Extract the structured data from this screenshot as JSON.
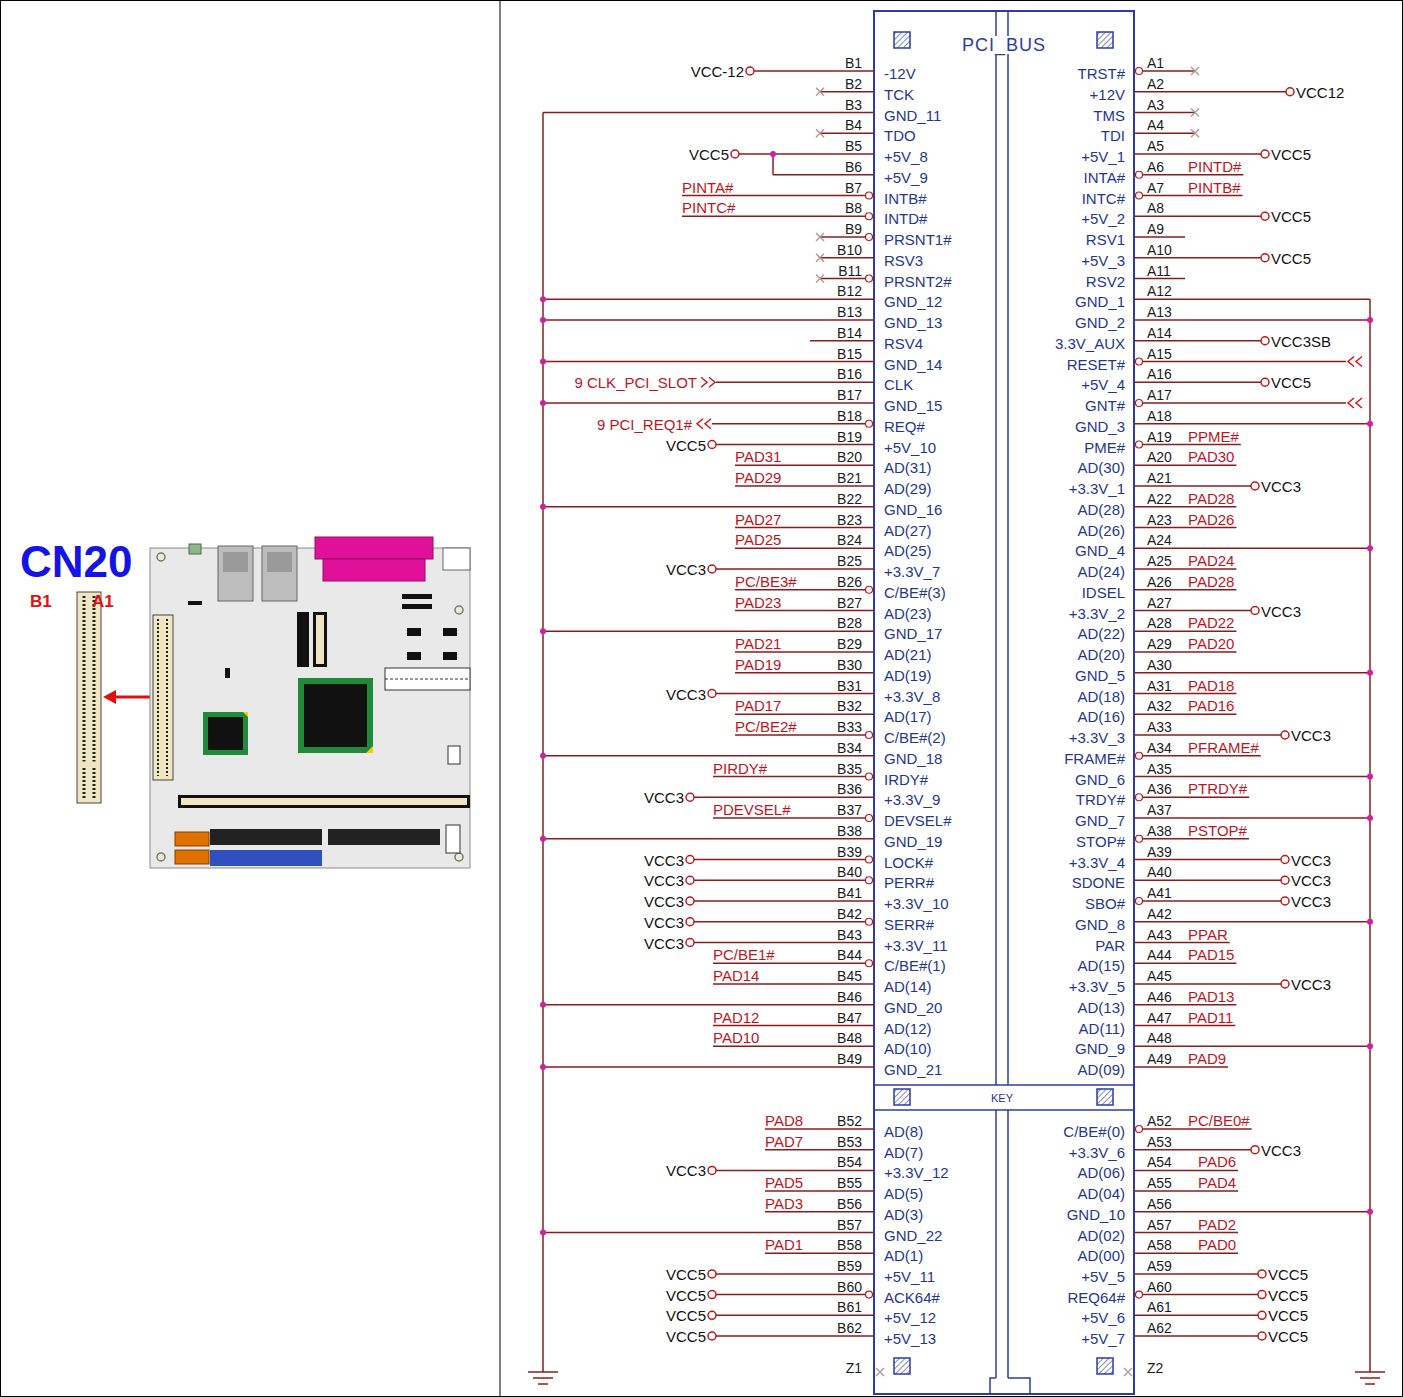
{
  "diagram": {
    "nodes": [
      {
        "text": [
          "PCI_BUS"
        ]
      }
    ],
    "labels": [
      "CN20",
      "B1",
      "A1",
      "B1",
      "-12V",
      "VCC-12",
      "B2",
      "TCK",
      "B3",
      "GND_11",
      "B4",
      "TDO",
      "B5",
      "+5V_8",
      "VCC5",
      "B6",
      "+5V_9",
      "B7",
      "INTB#",
      "PINTA#",
      "B8",
      "INTD#",
      "PINTC#",
      "B9",
      "PRSNT1#",
      "B10",
      "RSV3",
      "B11",
      "PRSNT2#",
      "B12",
      "GND_12",
      "B13",
      "GND_13",
      "B14",
      "RSV4",
      "B15",
      "GND_14",
      "B16",
      "CLK",
      "9 CLK_PCI_SLOT",
      "B17",
      "GND_15",
      "B18",
      "REQ#",
      "9 PCI_REQ1#",
      "B19",
      "+5V_10",
      "VCC5",
      "B20",
      "AD(31)",
      "PAD31",
      "B21",
      "AD(29)",
      "PAD29",
      "B22",
      "GND_16",
      "B23",
      "AD(27)",
      "PAD27",
      "B24",
      "AD(25)",
      "PAD25",
      "B25",
      "+3.3V_7",
      "VCC3",
      "B26",
      "C/BE#(3)",
      "PC/BE3#",
      "B27",
      "AD(23)",
      "PAD23",
      "B28",
      "GND_17",
      "B29",
      "AD(21)",
      "PAD21",
      "B30",
      "AD(19)",
      "PAD19",
      "B31",
      "+3.3V_8",
      "VCC3",
      "B32",
      "AD(17)",
      "PAD17",
      "B33",
      "C/BE#(2)",
      "PC/BE2#",
      "B34",
      "GND_18",
      "B35",
      "IRDY#",
      "PIRDY#",
      "B36",
      "+3.3V_9",
      "VCC3",
      "B37",
      "DEVSEL#",
      "PDEVSEL#",
      "B38",
      "GND_19",
      "B39",
      "LOCK#",
      "VCC3",
      "B40",
      "PERR#",
      "VCC3",
      "B41",
      "+3.3V_10",
      "VCC3",
      "B42",
      "SERR#",
      "VCC3",
      "B43",
      "+3.3V_11",
      "VCC3",
      "B44",
      "C/BE#(1)",
      "PC/BE1#",
      "B45",
      "AD(14)",
      "PAD14",
      "B46",
      "GND_20",
      "B47",
      "AD(12)",
      "PAD12",
      "B48",
      "AD(10)",
      "PAD10",
      "B49",
      "GND_21",
      "B52",
      "AD(8)",
      "PAD8",
      "B53",
      "AD(7)",
      "PAD7",
      "B54",
      "+3.3V_12",
      "VCC3",
      "B55",
      "AD(5)",
      "PAD5",
      "B56",
      "AD(3)",
      "PAD3",
      "B57",
      "GND_22",
      "B58",
      "AD(1)",
      "PAD1",
      "B59",
      "+5V_11",
      "VCC5",
      "B60",
      "ACK64#",
      "VCC5",
      "B61",
      "+5V_12",
      "VCC5",
      "B62",
      "+5V_13",
      "VCC5",
      "KEY",
      "A1",
      "TRST#",
      "A2",
      "+12V",
      "VCC12",
      "A3",
      "TMS",
      "A4",
      "TDI",
      "A5",
      "+5V_1",
      "VCC5",
      "A6",
      "INTA#",
      "PINTD#",
      "A7",
      "INTC#",
      "PINTB#",
      "A8",
      "+5V_2",
      "VCC5",
      "A9",
      "RSV1",
      "A10",
      "+5V_3",
      "VCC5",
      "A11",
      "RSV2",
      "A12",
      "GND_1",
      "A13",
      "GND_2",
      "A14",
      "3.3V_AUX",
      "VCC3SB",
      "A15",
      "RESET#",
      "A16",
      "+5V_4",
      "VCC5",
      "A17",
      "GNT#",
      "A18",
      "GND_3",
      "A19",
      "PME#",
      "PPME#",
      "A20",
      "AD(30)",
      "PAD30",
      "A21",
      "+3.3V_1",
      "VCC3",
      "A22",
      "AD(28)",
      "PAD28",
      "A23",
      "AD(26)",
      "PAD26",
      "A24",
      "GND_4",
      "A25",
      "AD(24)",
      "PAD24",
      "A26",
      "IDSEL",
      "PAD28",
      "A27",
      "+3.3V_2",
      "VCC3",
      "A28",
      "AD(22)",
      "PAD22",
      "A29",
      "AD(20)",
      "PAD20",
      "A30",
      "GND_5",
      "A31",
      "AD(18)",
      "PAD18",
      "A32",
      "AD(16)",
      "PAD16",
      "A33",
      "+3.3V_3",
      "VCC3",
      "A34",
      "FRAME#",
      "PFRAME#",
      "A35",
      "GND_6",
      "A36",
      "TRDY#",
      "PTRDY#",
      "A37",
      "GND_7",
      "A38",
      "STOP#",
      "PSTOP#",
      "A39",
      "+3.3V_4",
      "VCC3",
      "A40",
      "SDONE",
      "VCC3",
      "A41",
      "SBO#",
      "VCC3",
      "A42",
      "GND_8",
      "A43",
      "PAR",
      "PPAR",
      "A44",
      "AD(15)",
      "PAD15",
      "A45",
      "+3.3V_5",
      "VCC3",
      "A46",
      "AD(13)",
      "PAD13",
      "A47",
      "AD(11)",
      "PAD11",
      "A48",
      "GND_9",
      "A49",
      "AD(09)",
      "PAD9",
      "A52",
      "C/BE#(0)",
      "PC/BE0#",
      "A53",
      "+3.3V_6",
      "VCC3",
      "A54",
      "AD(06)",
      "PAD6",
      "A55",
      "AD(04)",
      "PAD4",
      "A56",
      "GND_10",
      "A57",
      "AD(02)",
      "PAD2",
      "A58",
      "AD(00)",
      "PAD0",
      "A59",
      "+5V_5",
      "VCC5",
      "A60",
      "REQ64#",
      "VCC5",
      "A61",
      "+5V_6",
      "VCC5",
      "A62",
      "+5V_7",
      "VCC5",
      "Z1",
      "Z2"
    ]
  }
}
